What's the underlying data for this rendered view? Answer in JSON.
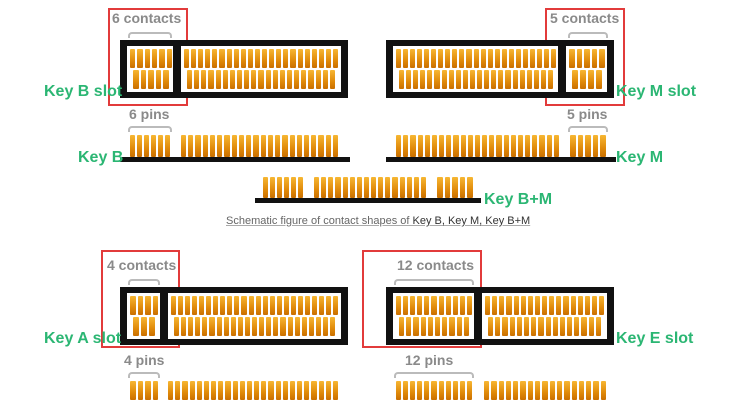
{
  "top": {
    "key_b_slot": {
      "count_label": "6 contacts",
      "slot_label": "Key B slot"
    },
    "key_m_slot": {
      "count_label": "5 contacts",
      "slot_label": "Key M slot"
    },
    "key_b": {
      "pins_label": "6 pins",
      "label": "Key B"
    },
    "key_m": {
      "pins_label": "5 pins",
      "label": "Key M"
    },
    "key_bm": {
      "label": "Key B+M"
    }
  },
  "caption": {
    "prefix": "Schematic figure of contact shapes of ",
    "keys": "Key B, Key M, Key B+M"
  },
  "bottom": {
    "key_a_slot": {
      "count_label": "4 contacts",
      "slot_label": "Key A slot",
      "pins_label": "4 pins"
    },
    "key_e_slot": {
      "count_label": "12 contacts",
      "slot_label": "Key E slot",
      "pins_label": "12 pins"
    }
  },
  "colors": {
    "label_green": "#2bb673",
    "highlight_red": "#e23b3b",
    "contact_gold": "#e08a0a"
  }
}
